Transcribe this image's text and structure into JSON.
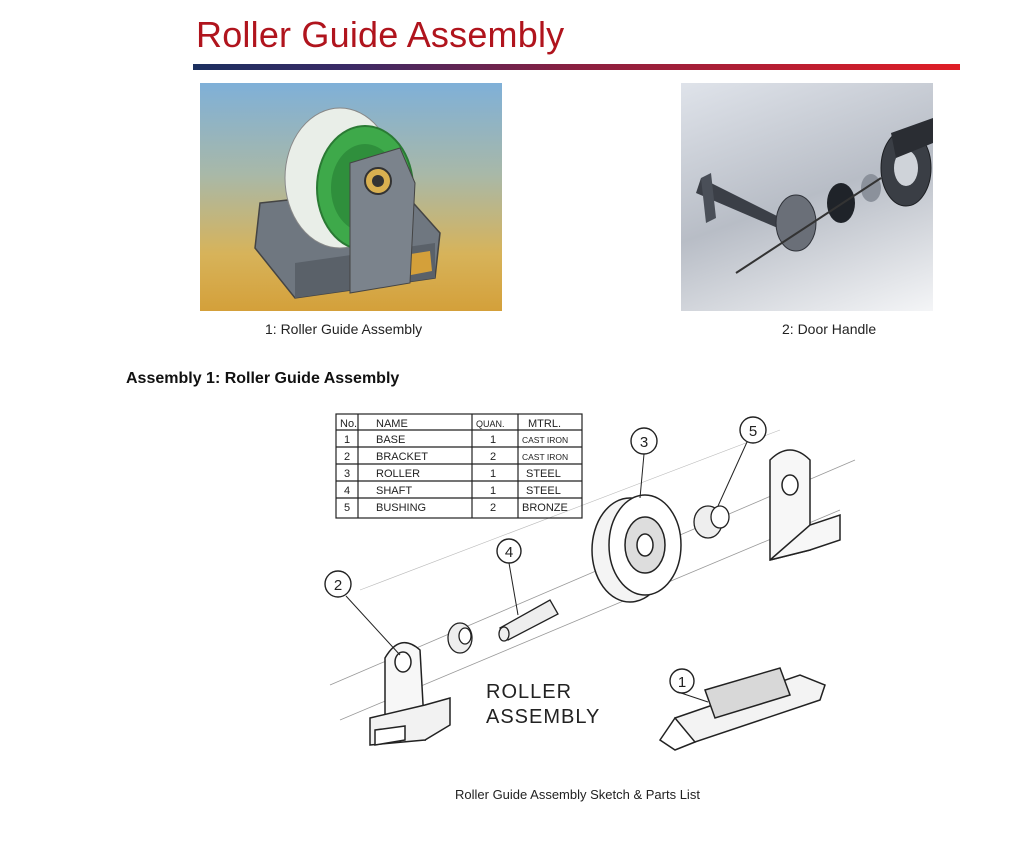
{
  "title": "Roller Guide Assembly",
  "figures": [
    {
      "caption": "1: Roller Guide Assembly"
    },
    {
      "caption": "2: Door Handle"
    }
  ],
  "section_heading": "Assembly 1: Roller Guide Assembly",
  "parts_table": {
    "headers": [
      "No.",
      "NAME",
      "QUAN.",
      "MTRL."
    ],
    "rows": [
      [
        "1",
        "BASE",
        "1",
        "CAST IRON"
      ],
      [
        "2",
        "BRACKET",
        "2",
        "CAST IRON"
      ],
      [
        "3",
        "ROLLER",
        "1",
        "STEEL"
      ],
      [
        "4",
        "SHAFT",
        "1",
        "STEEL"
      ],
      [
        "5",
        "BUSHING",
        "2",
        "BRONZE"
      ]
    ]
  },
  "sketch_label_line1": "ROLLER",
  "sketch_label_line2": "ASSEMBLY",
  "callouts": [
    "1",
    "2",
    "3",
    "4",
    "5"
  ],
  "sketch_caption": "Roller Guide Assembly Sketch & Parts List",
  "colors": {
    "title": "#b0141d",
    "rule_start": "#1b2f5f",
    "rule_end": "#e01e26"
  }
}
